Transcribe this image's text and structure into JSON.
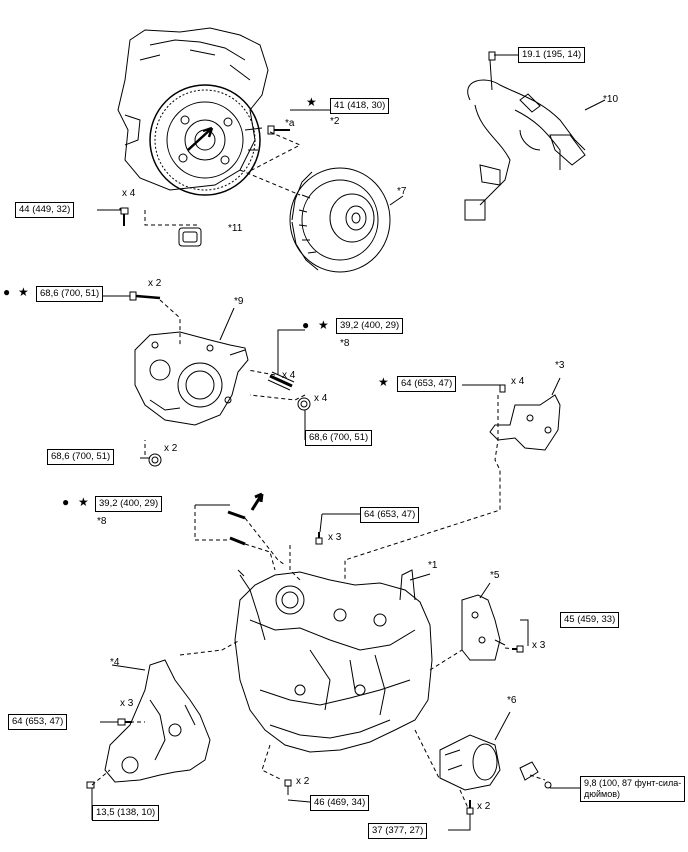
{
  "torque_specs": {
    "t_19_1": "19.1 (195, 14)",
    "t_41": "41 (418, 30)",
    "t_44": "44 (449, 32)",
    "t_68_6_top": "68,6 (700, 51)",
    "t_39_2_top": "39,2 (400, 29)",
    "t_64_bracket3": "64 (653, 47)",
    "t_68_6_nut": "68,6 (700, 51)",
    "t_68_6_bottom": "68,6 (700, 51)",
    "t_39_2_mid": "39,2 (400, 29)",
    "t_64_mid": "64 (653, 47)",
    "t_45": "45 (459, 33)",
    "t_64_left": "64 (653, 47)",
    "t_13_5": "13,5 (138, 10)",
    "t_46": "46 (469, 34)",
    "t_37": "37 (377, 27)",
    "t_9_8_line1": "9,8 (100, 87 фунт-сила-",
    "t_9_8_line2": "дюймов)"
  },
  "part_labels": {
    "p1": "*1",
    "p2": "*2",
    "p3": "*3",
    "p4": "*4",
    "p5": "*5",
    "p6": "*6",
    "p7": "*7",
    "p8a": "*8",
    "p8b": "*8",
    "p9": "*9",
    "p10": "*10",
    "p11": "*11",
    "pa": "*a"
  },
  "quantities": {
    "q_44": "x 4",
    "q_68_top": "x 2",
    "q_stud": "x 4",
    "q_nut": "x 4",
    "q_68_bottom": "x 2",
    "q_64_bracket3": "x 4",
    "q_64_mid": "x 3",
    "q_45": "x 3",
    "q_64_left": "x 3",
    "q_46": "x 2",
    "q_37": "x 2"
  },
  "symbols": {
    "star": "★",
    "dot": "●"
  }
}
